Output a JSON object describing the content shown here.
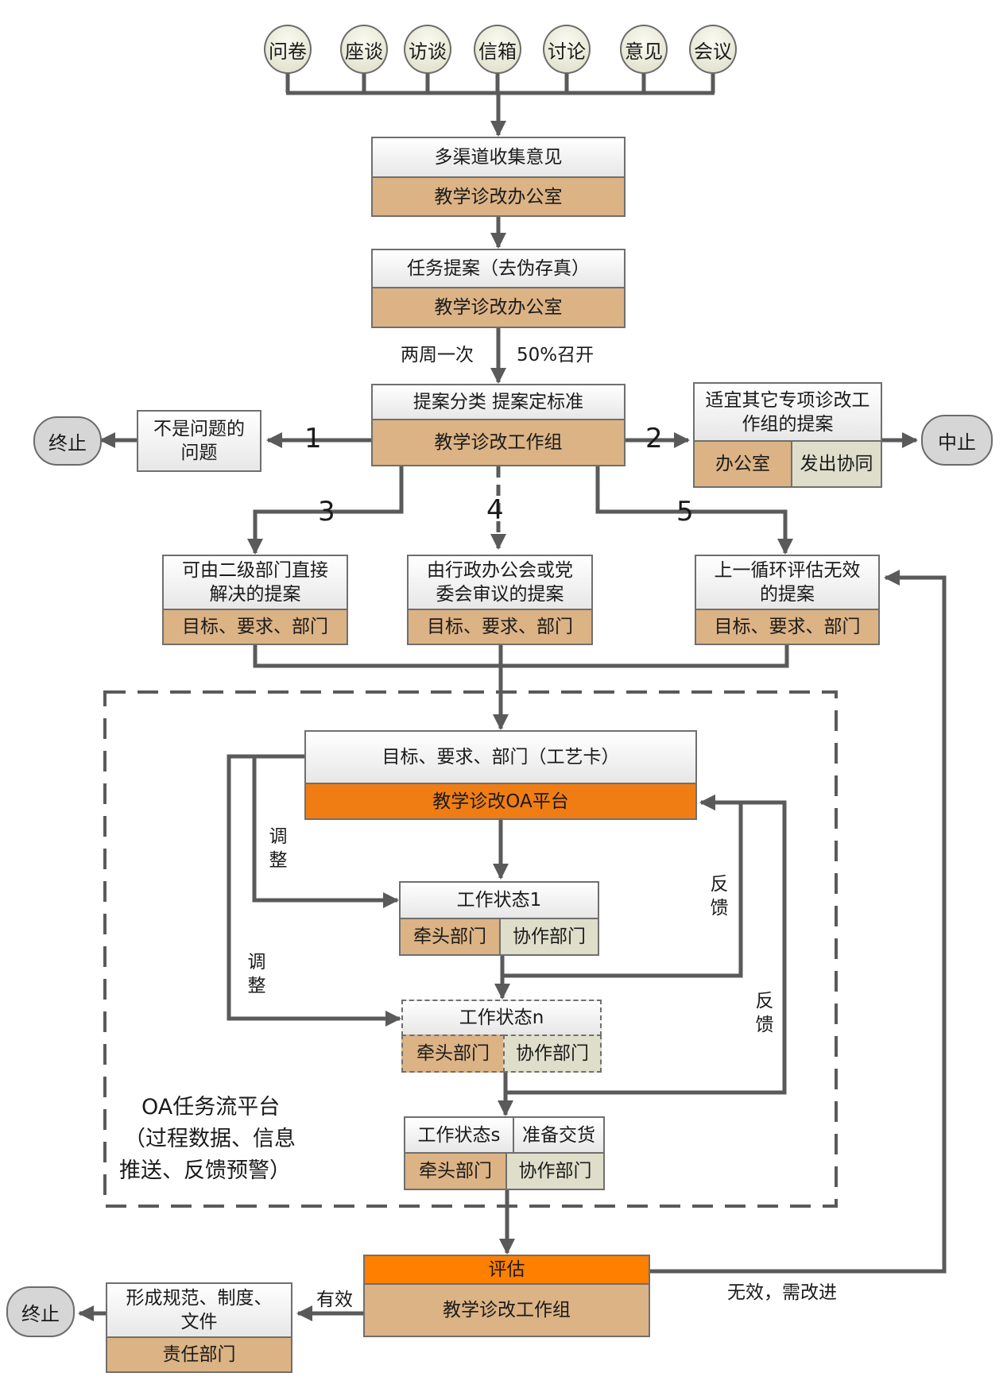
{
  "channels": [
    "问卷",
    "座谈",
    "访谈",
    "信箱",
    "讨论",
    "意见",
    "会议"
  ],
  "box1": {
    "top": "多渠道收集意见",
    "bottom": "教学诊改办公室"
  },
  "box2": {
    "top": "任务提案（去伪存真）",
    "bottom": "教学诊改办公室"
  },
  "freq_left": "两周一次",
  "freq_right": "50%召开",
  "box3": {
    "top": "提案分类  提案定标准",
    "bottom": "教学诊改工作组"
  },
  "branch_labels": [
    "1",
    "2",
    "3",
    "4",
    "5"
  ],
  "not_problem": {
    "line1": "不是问题的",
    "line2": "问题"
  },
  "terminate": "终止",
  "suspend": "中止",
  "other_group": {
    "line1": "适宜其它专项诊改工",
    "line2": "作组的提案",
    "left": "办公室",
    "right": "发出协同"
  },
  "proposal_a": {
    "line1": "可由二级部门直接",
    "line2": "解决的提案",
    "bottom": "目标、要求、部门"
  },
  "proposal_b": {
    "line1": "由行政办公会或党",
    "line2": "委会审议的提案",
    "bottom": "目标、要求、部门"
  },
  "proposal_c": {
    "line1": "上一循环评估无效",
    "line2": "的提案",
    "bottom": "目标、要求、部门"
  },
  "oa_box": {
    "top": "目标、要求、部门（工艺卡）",
    "bottom": "教学诊改OA平台"
  },
  "adjust": [
    "调",
    "整"
  ],
  "feedback": [
    "反",
    "馈"
  ],
  "state1": {
    "top": "工作状态1",
    "left": "牵头部门",
    "right": "协作部门"
  },
  "staten": {
    "top": "工作状态n",
    "left": "牵头部门",
    "right": "协作部门"
  },
  "states": {
    "top_left": "工作状态s",
    "top_right": "准备交货",
    "left": "牵头部门",
    "right": "协作部门"
  },
  "oa_platform_note": {
    "line1": "OA任务流平台",
    "line2": "（过程数据、信息",
    "line3": "推送、反馈预警）"
  },
  "evaluate": {
    "top": "评估",
    "bottom": "教学诊改工作组"
  },
  "valid": "有效",
  "invalid": "无效，需改进",
  "final": {
    "line1": "形成规范、制度、",
    "line2": "文件",
    "bottom": "责任部门"
  },
  "colors": {
    "tan": "#dcb385",
    "orange": "#f07d14",
    "khaki": "#dedecb",
    "line": "#5a5a5a"
  }
}
